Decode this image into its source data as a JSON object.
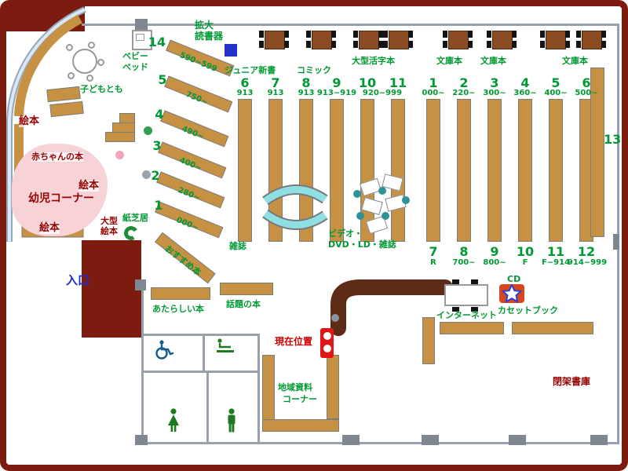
{
  "colors": {
    "frame_maroon": "#7c1b10",
    "shelf_tan": "#c79144",
    "label_green": "#009933",
    "label_darkred": "#990000",
    "entrance_blue": "#1b2fc4",
    "marker_red": "#e01616",
    "bench_cyan": "#8edfe2",
    "device_blue": "#2233cc"
  },
  "devices": {
    "magnifier_line1": "拡大",
    "magnifier_line2": "読書器"
  },
  "sections_top": [
    "ジュニア新書",
    "コミック",
    "大型活字本",
    "文庫本",
    "文庫本",
    "文庫本"
  ],
  "stacks_left": {
    "numbers": [
      "6",
      "7",
      "8",
      "9",
      "10",
      "11"
    ],
    "ranges": [
      "913",
      "913",
      "913",
      "913~919",
      "920~999"
    ]
  },
  "stacks_right": {
    "numbers": [
      "1",
      "2",
      "3",
      "4",
      "5",
      "6"
    ],
    "ranges": [
      "000~",
      "220~",
      "300~",
      "360~",
      "400~",
      "500~"
    ],
    "bottom_numbers": [
      "7",
      "8",
      "9",
      "10",
      "11",
      "12"
    ],
    "bottom_ranges": [
      "R",
      "700~",
      "800~",
      "F",
      "F~914",
      "914~999"
    ]
  },
  "wall_shelf": {
    "number": "13"
  },
  "diagonal_shelves": [
    {
      "number": "14",
      "range": "590~599"
    },
    {
      "number": "5",
      "range": "750~"
    },
    {
      "number": "4",
      "range": "490~"
    },
    {
      "number": "3",
      "range": "400~"
    },
    {
      "number": "2",
      "range": "280~"
    },
    {
      "number": "1",
      "range": "000~"
    }
  ],
  "kids_area": {
    "baby_bed_line1": "ベビー",
    "baby_bed_line2": "ベッド",
    "kodomo": "子どもとも",
    "ehon1": "絵本",
    "ehon2": "絵本",
    "ehon3": "絵本",
    "baby_books": "赤ちゃんの本",
    "corner": "幼児コーナー",
    "ogata_line1": "大型",
    "ogata_line2": "絵本",
    "kamishibai": "紙芝居",
    "osusume": "おすすめ本"
  },
  "center": {
    "zasshi": "雑誌",
    "video_line1": "ビデオ・",
    "video_line2": "DVD・LD・雑誌"
  },
  "south": {
    "entrance": "入口",
    "new_books": "あたらしい本",
    "topic_books": "話題の本",
    "you_are_here": "現在位置",
    "internet": "インターネット",
    "cd": "CD",
    "cassette_book": "カセットブック",
    "local_line1": "地域資料",
    "local_line2": "コーナー",
    "closed_stacks": "閉架書庫"
  },
  "icons": {
    "wheelchair": "wheelchair-icon",
    "baby_change": "baby-change-icon",
    "women_toilet": "woman-icon",
    "men_toilet": "man-icon",
    "cd_listening": "star-icon",
    "magnifier_device": "blue-square-device-icon",
    "you_are_here_marker": "red-pillar-marker-icon"
  }
}
